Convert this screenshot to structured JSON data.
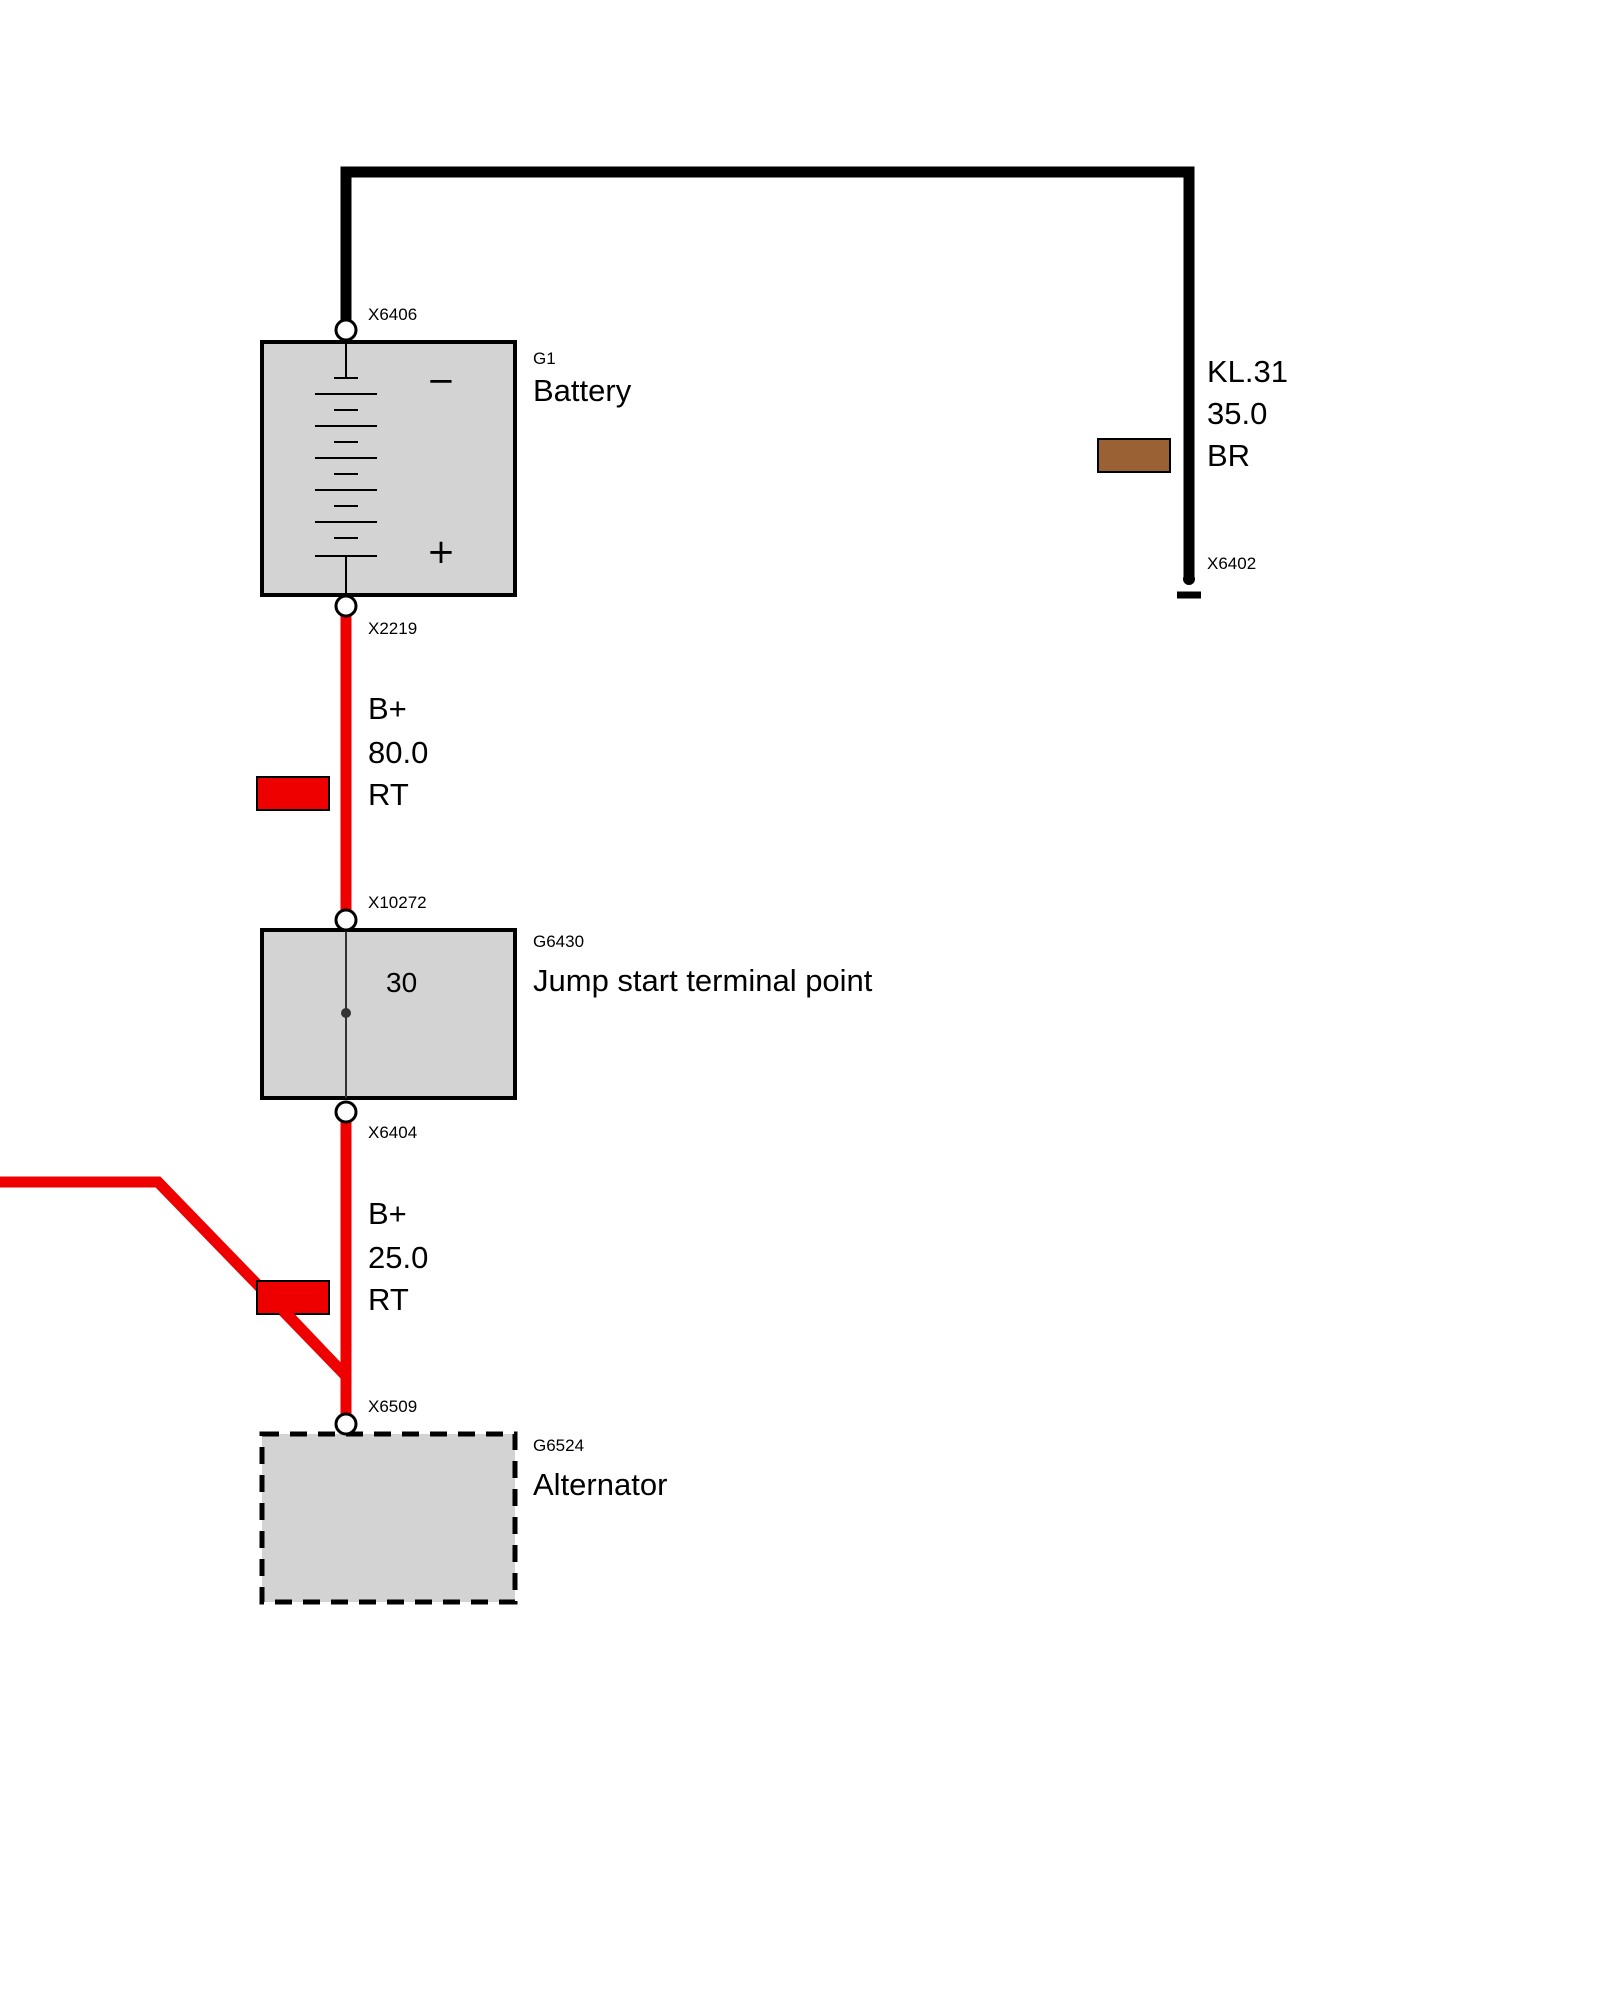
{
  "components": {
    "battery": {
      "id": "G1",
      "name": "Battery",
      "minus": "−",
      "plus": "+"
    },
    "jump_start": {
      "id": "G6430",
      "name": "Jump start terminal point",
      "terminal": "30"
    },
    "alternator": {
      "id": "G6524",
      "name": "Alternator"
    }
  },
  "connectors": {
    "x6406": "X6406",
    "x2219": "X2219",
    "x10272": "X10272",
    "x6404": "X6404",
    "x6509": "X6509",
    "x6402": "X6402"
  },
  "wires": {
    "ground": {
      "signal": "KL.31",
      "gauge": "35.0",
      "color_code": "BR",
      "swatch_color": "#9a6234"
    },
    "battery_to_jump": {
      "signal": "B+",
      "gauge": "80.0",
      "color_code": "RT",
      "swatch_color": "#ee0000"
    },
    "jump_to_alternator": {
      "signal": "B+",
      "gauge": "25.0",
      "color_code": "RT",
      "swatch_color": "#ee0000"
    }
  },
  "colors": {
    "ground_wire": "#000000",
    "positive_wire": "#ee0000",
    "component_fill": "#d3d3d3"
  }
}
